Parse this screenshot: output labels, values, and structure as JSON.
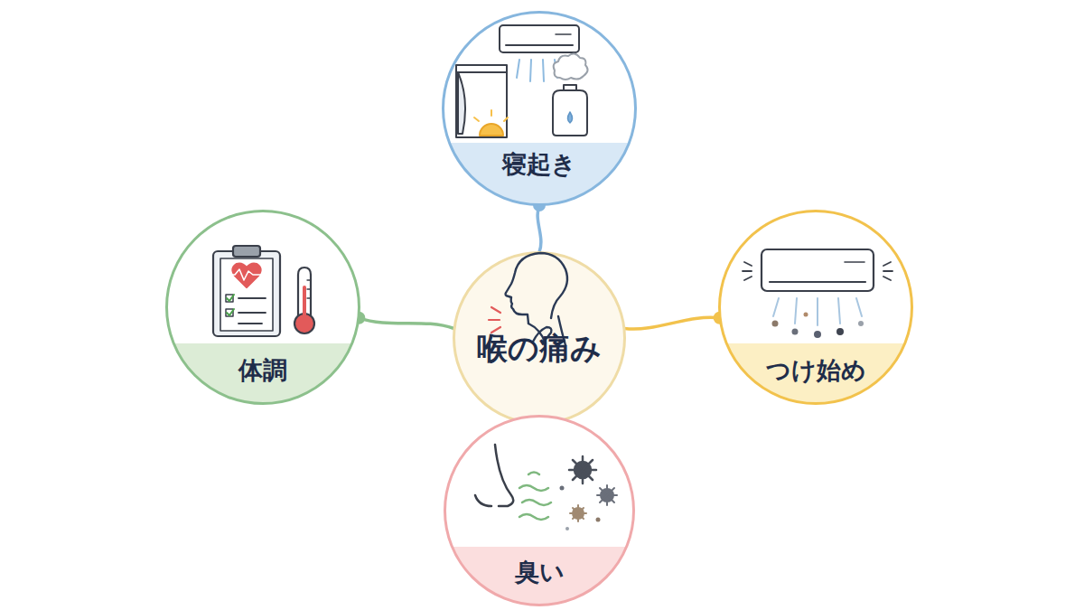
{
  "diagram": {
    "nodes": [
      {
        "text": [
          "喉の痛み"
        ]
      },
      {
        "text": [
          "寝起き"
        ]
      },
      {
        "text": [
          "つけ始め"
        ]
      },
      {
        "text": [
          "臭い"
        ]
      },
      {
        "text": [
          "体調"
        ]
      }
    ],
    "edges": [
      {
        "from": 0,
        "to": 1,
        "arrow": "none"
      },
      {
        "from": 0,
        "to": 2,
        "arrow": "none"
      },
      {
        "from": 0,
        "to": 3,
        "arrow": "none"
      },
      {
        "from": 0,
        "to": 4,
        "arrow": "none"
      }
    ]
  }
}
